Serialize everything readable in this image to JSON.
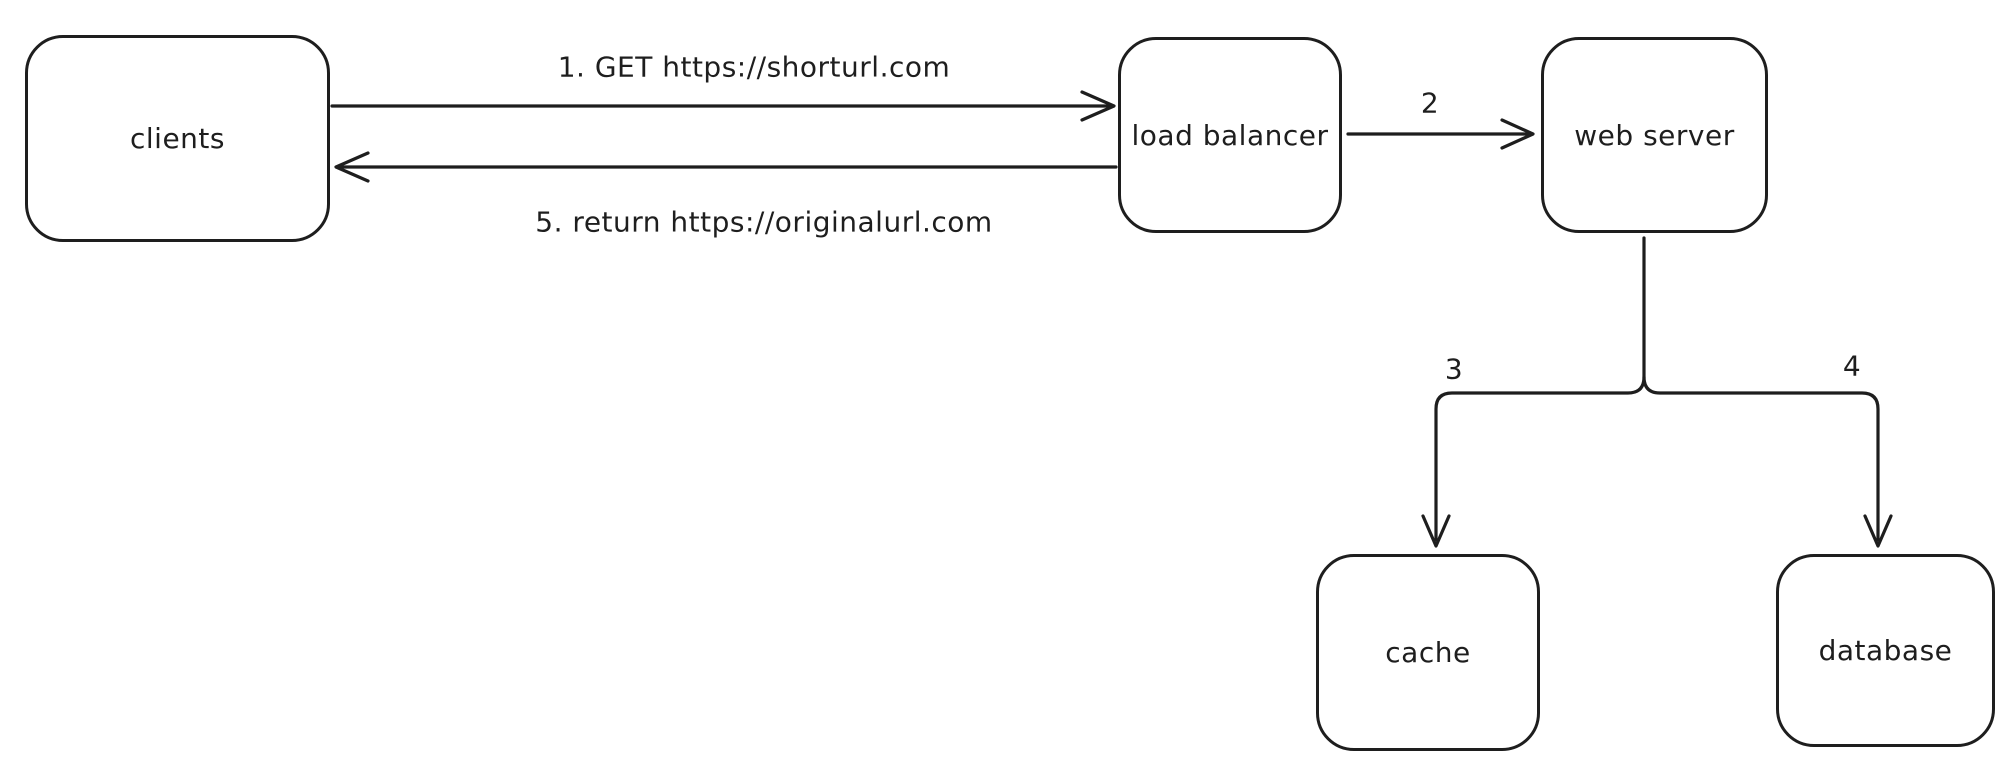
{
  "diagram": {
    "background_color": "#ffffff",
    "stroke_color": "#1e1e1e",
    "nodes": [
      {
        "id": "clients",
        "label": "clients"
      },
      {
        "id": "load-balancer",
        "label": "load balancer"
      },
      {
        "id": "web-server",
        "label": "web server"
      },
      {
        "id": "cache",
        "label": "cache"
      },
      {
        "id": "database",
        "label": "database"
      }
    ],
    "edges": [
      {
        "from": "clients",
        "to": "load-balancer",
        "label": "1. GET https://shorturl.com"
      },
      {
        "from": "load-balancer",
        "to": "clients",
        "label": "5. return https://originalurl.com"
      },
      {
        "from": "load-balancer",
        "to": "web-server",
        "label": "2"
      },
      {
        "from": "web-server",
        "to": "cache",
        "label": "3"
      },
      {
        "from": "web-server",
        "to": "database",
        "label": "4"
      }
    ]
  }
}
